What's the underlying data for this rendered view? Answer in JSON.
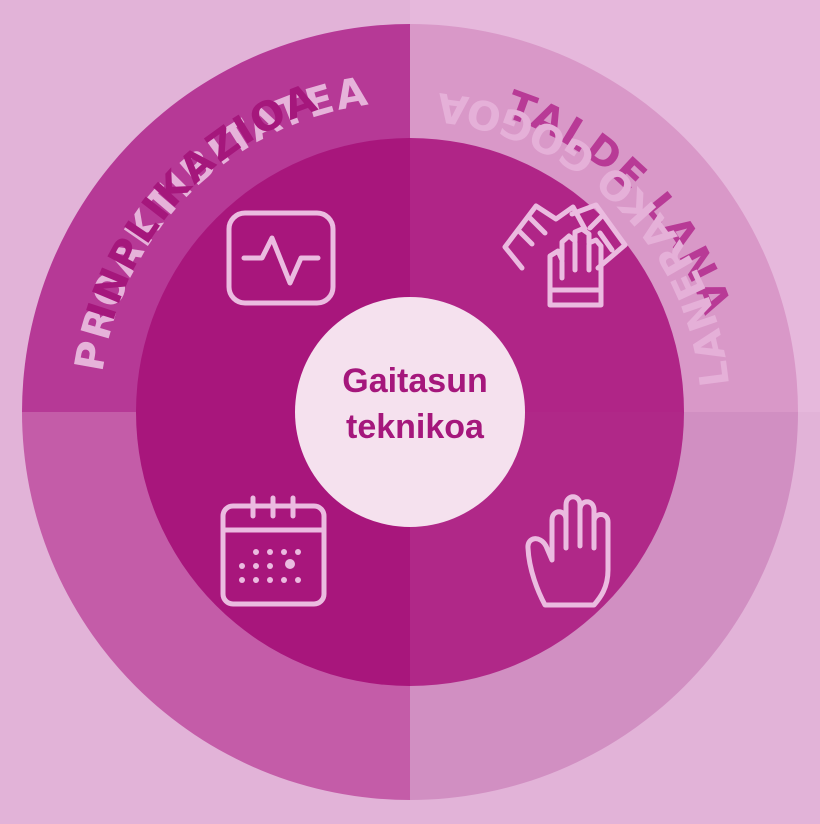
{
  "diagram": {
    "center": {
      "line1": "Gaitasun",
      "line2": "teknikoa"
    },
    "segments": [
      {
        "id": "proaktibitatea",
        "label": "PROAKTIBITATEA",
        "icon": "activity-icon"
      },
      {
        "id": "talde-lana",
        "label": "TALDE LANA",
        "icon": "team-hands-icon"
      },
      {
        "id": "inplikazioa",
        "label": "INPLIKAZIOA",
        "icon": "raised-hand-icon"
      },
      {
        "id": "lanerako-gogoa",
        "label": "LANERAKO GOGOA",
        "icon": "calendar-icon"
      }
    ]
  }
}
